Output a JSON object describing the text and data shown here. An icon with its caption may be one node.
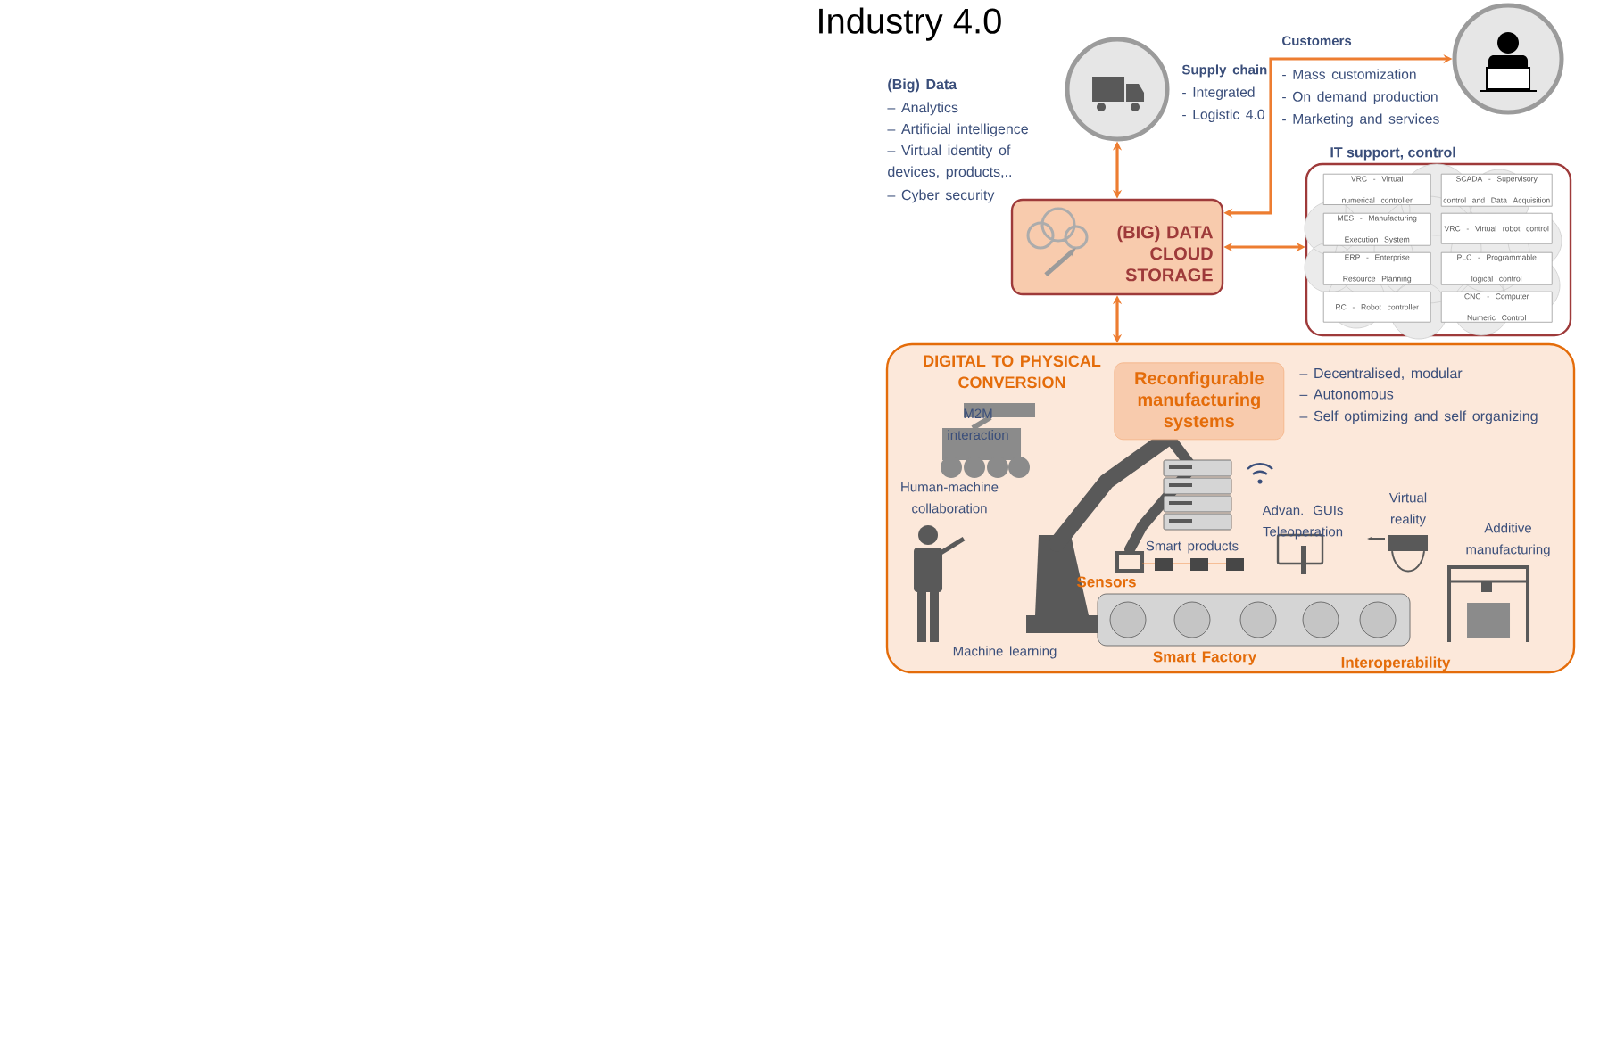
{
  "diagram": {
    "title": "Industry 4.0",
    "nodes": [
      {
        "text": [],
        "shape": "circle",
        "beside": [
          "Supply chain",
          "- Integrated",
          "- Logistic 4.0"
        ]
      },
      {
        "text": [],
        "shape": "circle",
        "beside": [
          "Customers",
          "- Mass customization",
          "- On demand production",
          "- Marketing and services"
        ]
      },
      {
        "text": [
          "(BIG) DATA CLOUD STORAGE"
        ]
      },
      {
        "text": [
          "IT support, control"
        ]
      },
      {
        "text": [
          "VRC - Virtual numerical controller"
        ],
        "in": 3
      },
      {
        "text": [
          "SCADA - Supervisory control and Data Acquisition"
        ],
        "in": 3
      },
      {
        "text": [
          "MES - Manufacturing Execution System"
        ],
        "in": 3
      },
      {
        "text": [
          "VRC - Virtual robot control"
        ],
        "in": 3
      },
      {
        "text": [
          "ERP - Enterprise Resource Planning"
        ],
        "in": 3
      },
      {
        "text": [
          "PLC - Programmable logical control"
        ],
        "in": 3
      },
      {
        "text": [
          "RC - Robot controller"
        ],
        "in": 3
      },
      {
        "text": [
          "CNC - Computer Numeric Control"
        ],
        "in": 3
      },
      {
        "text": [
          "DIGITAL TO PHYSICAL CONVERSION"
        ]
      },
      {
        "text": [
          "Reconfigurable manufacturing systems"
        ],
        "in": 12
      }
    ],
    "edges": [
      {
        "from": 0,
        "to": 2,
        "arrow": "both"
      },
      {
        "from": 2,
        "to": 1,
        "arrow": "both"
      },
      {
        "from": 2,
        "to": 3,
        "arrow": "both"
      },
      {
        "from": 2,
        "to": 12,
        "arrow": "both"
      }
    ],
    "labels": [
      "(Big) Data",
      "– Analytics",
      "– Artificial intelligence",
      "– Virtual identity of devices, products,..",
      "– Cyber security",
      "– Decentralised, modular",
      "– Autonomous",
      "– Self optimizing and self organizing",
      "M2M interaction",
      "Human-machine collaboration",
      "Smart products",
      "Advan. GUIs Teleoperation",
      "Virtual reality",
      "Additive manufacturing",
      "Sensors",
      "Machine learning",
      "Smart Factory",
      "Interoperability"
    ]
  }
}
